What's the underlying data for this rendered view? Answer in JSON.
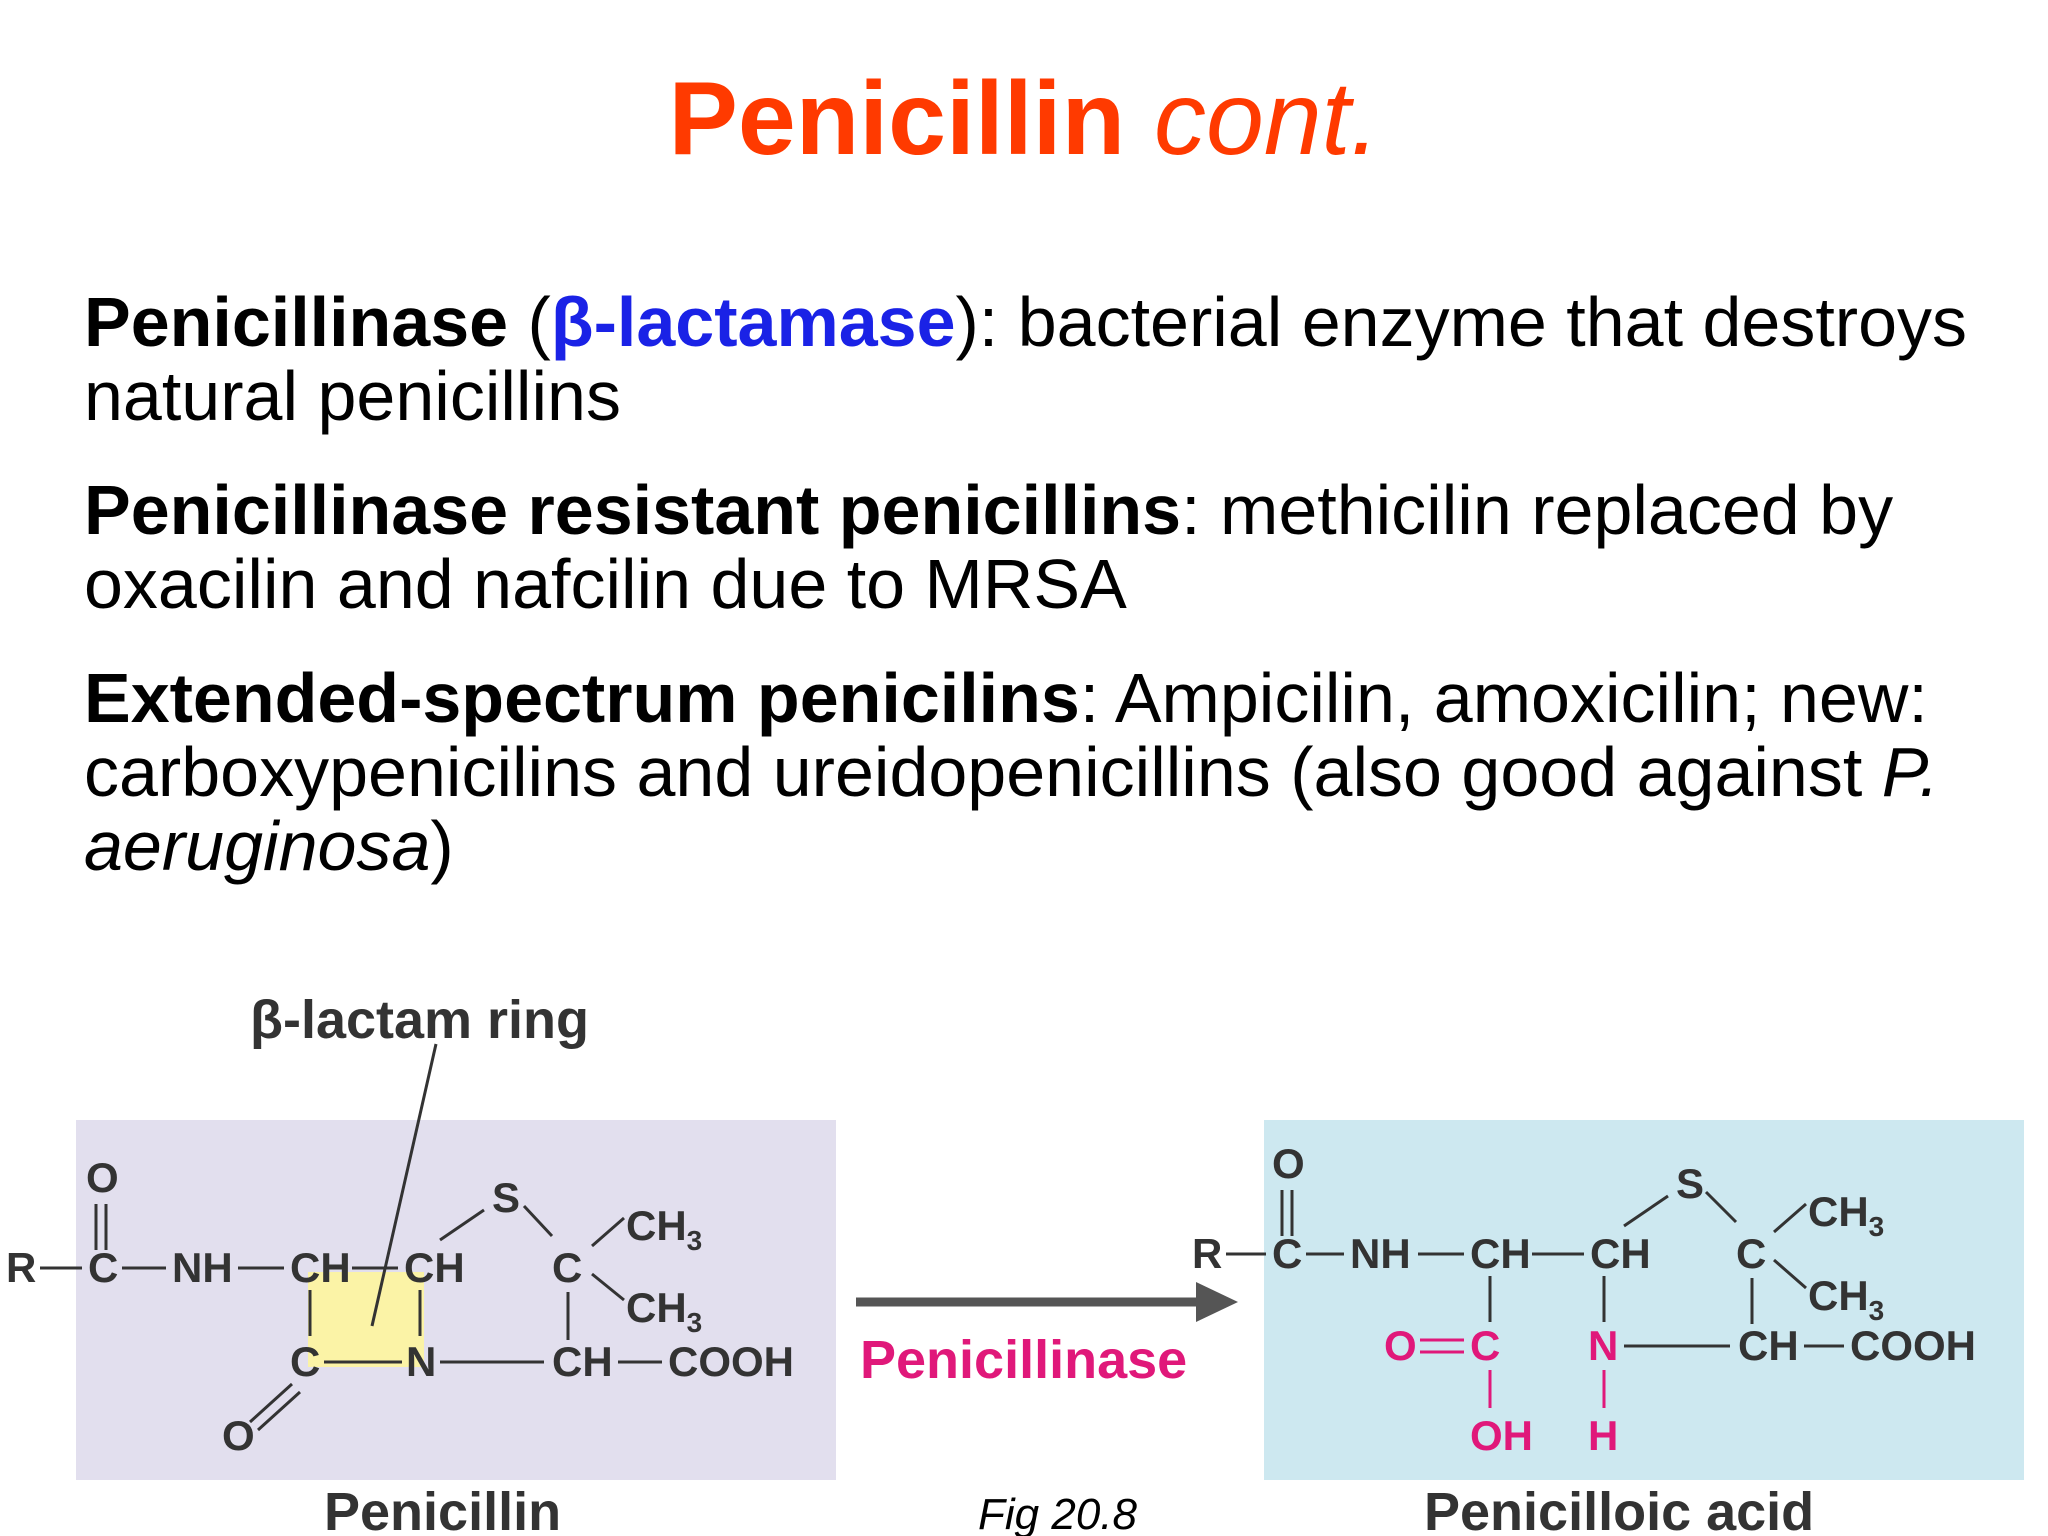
{
  "title": {
    "main": "Penicillin",
    "italic": "cont."
  },
  "paragraphs": {
    "p1": {
      "bold_lead": "Penicillinase",
      "open_paren": " (",
      "blue_term": "β-lactamase",
      "rest": "): bacterial enzyme that destroys natural penicillins"
    },
    "p2": {
      "bold_lead": "Penicillinase resistant penicillins",
      "rest": ": methicilin replaced by oxacilin and nafcilin due to MRSA"
    },
    "p3": {
      "bold_lead": "Extended-spectrum penicilins",
      "rest": ": Ampicilin, amoxicilin;  new: carboxypenicilins and ureidopenicillins (also good against ",
      "italic_term": "P. aeruginosa",
      "close": ")"
    }
  },
  "figure": {
    "ring_label": "β-lactam ring",
    "arrow_label": "Penicillinase",
    "left_caption": "Penicillin",
    "right_caption": "Penicilloic acid",
    "fig_caption": "Fig 20.8",
    "atoms": {
      "O": "O",
      "R": "R",
      "C": "C",
      "NH": "NH",
      "CH": "CH",
      "S": "S",
      "N": "N",
      "H": "H",
      "OH": "OH",
      "CH3": "CH",
      "sub3": "3",
      "COOH": "COOH"
    },
    "colors": {
      "left_box": "#e2dfee",
      "right_box": "#cde8f0",
      "ring_highlight": "#fbf3a6",
      "magenta": "#e0187a",
      "arrow": "#555555",
      "text": "#333333"
    }
  }
}
